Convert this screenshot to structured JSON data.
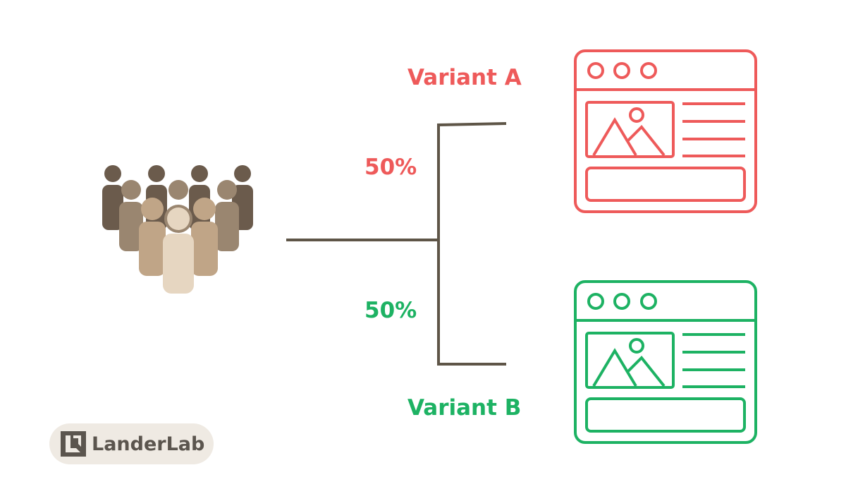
{
  "variant_a": {
    "label": "Variant A",
    "split": "50%",
    "color": "#ee5a5a"
  },
  "variant_b": {
    "label": "Variant B",
    "split": "50%",
    "color": "#1db263"
  },
  "line_color": "#5e5547",
  "logo": {
    "text": "LanderLab",
    "icon": "landerlab-logo-icon"
  },
  "audience_icon": "people-group-icon"
}
